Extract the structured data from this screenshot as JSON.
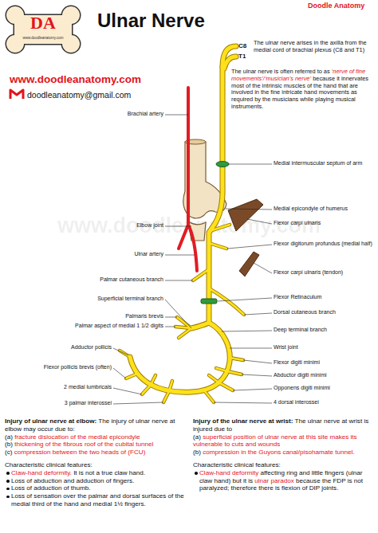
{
  "diagram": {
    "title": "Ulnar Nerve",
    "nodes": [
      {
        "text": [
          "DA",
          "www.doodleanatomy.com"
        ]
      }
    ],
    "labels": [
      "Doodle Anatomy",
      "www.doodleanatomy.com",
      "doodleanatomy@gmail.com",
      "C8",
      "T1",
      "The ulnar nerve arises in the axilla from the medial cord of brachial plexus (C8 and T1)",
      "The ulnar nerve is often referred to as",
      "‘nerve of fine movements’/‘musician’s nerve’",
      "because it innervates most of the intrinsic muscles of the hand that are involved in the fine intricate hand movements as required by the musicians while playing musical instruments.",
      "Brachial artery",
      "Medial intermuscular septum of arm",
      "Medial epicondyle of humerus",
      "Elbow joint",
      "Flexor carpi ulnaris",
      "Flexor digitorum profundus (medial half)",
      "Ulnar artery",
      "Palmar cutaneous branch",
      "Flexor carpi ulnaris (tendon)",
      "Superficial terminal branch",
      "Flexor Retinaculum",
      "Palmaris brevis",
      "Dorsal cutaneous branch",
      "Palmar aspect of medial 1 1/2 digits",
      "Deep terminal branch",
      "Adductor pollicis",
      "Wrist joint",
      "Flexor pollicis brevis (often)",
      "Flexor digiti minimi",
      "Abductor digiti minimi",
      "2 medial lumbricals",
      "Opponens digiti minimi",
      "3 palmar interossei",
      "4 dorsal interossei",
      "www.doodleanatomy.com",
      "Injury of ulnar nerve at elbow:",
      "The injury of ulnar nerve at elbow may occur due to:",
      "(a)",
      "fracture dislocation of the medial epicondyle",
      "(b)",
      "thickening of the fibrous roof of the cubital tunnel",
      "(c)",
      "compression between the two heads of (FCU)",
      "Characteristic clinical features:",
      "Claw-hand deformity.",
      "It is not a true claw hand.",
      "Loss of abduction and adduction of fingers.",
      "Loss of adduction of thumb.",
      "Loss of sensation over the palmar and dorsal surfaces of the medial third of the hand and medial 1½ fingers.",
      "Injury of the ulnar nerve at wrist:",
      "The ulnar nerve at wrist is injured due to",
      "(a)",
      "superficial position of ulnar nerve at this site makes its vulnerable to cuts and wounds",
      "(b)",
      "compression in the Guyons canal/pisohamate tunnel.",
      "Characteristic clinical features:",
      "Claw-hand deformity",
      "affecting ring and little fingers (ulnar claw hand) but it is",
      "ulnar paradox",
      "because the FDP is not paralyzed; therefore there is flexion of DIP joints."
    ]
  }
}
